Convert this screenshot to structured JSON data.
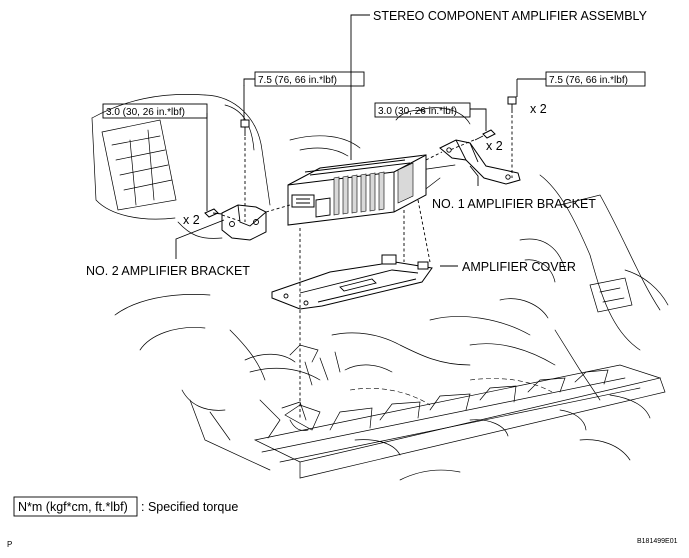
{
  "labels": {
    "assembly": "STEREO COMPONENT AMPLIFIER ASSEMBLY",
    "bracket1": "NO. 1 AMPLIFIER BRACKET",
    "bracket2": "NO. 2 AMPLIFIER BRACKET",
    "cover": "AMPLIFIER COVER"
  },
  "torques": {
    "left_bolt": "3.0 (30, 26 in.*lbf)",
    "top_bolt": "7.5 (76, 66 in.*lbf)",
    "right_mid_bolt": "3.0 (30, 26 in.*lbf)",
    "right_top_bolt": "7.5 (76, 66 in.*lbf)"
  },
  "quantities": {
    "left": "x 2",
    "right_mid": "x 2",
    "right_top": "x 2"
  },
  "legend": {
    "unit_box": "N*m (kgf*cm, ft.*lbf)",
    "description": ": Specified torque"
  },
  "footer": {
    "corner_mark": "P",
    "figure_code": "B181499E01"
  }
}
